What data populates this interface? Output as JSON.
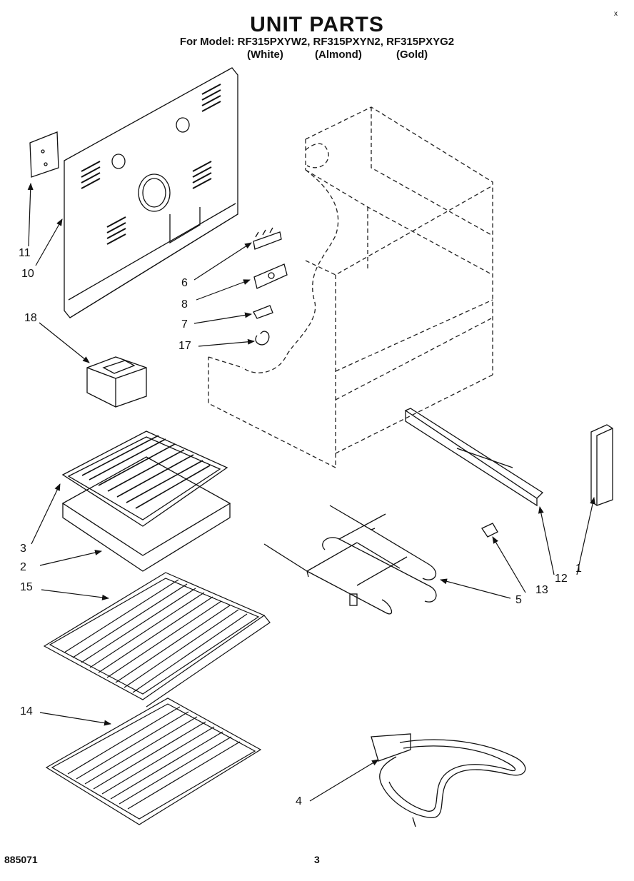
{
  "header": {
    "title": "UNIT PARTS",
    "models_line": "For Model: RF315PXYW2, RF315PXYN2, RF315PXYG2",
    "color_white": "(White)",
    "color_almond": "(Almond)",
    "color_gold": "(Gold)",
    "corner_mark": "x"
  },
  "callouts": {
    "c1": "1",
    "c2": "2",
    "c3": "3",
    "c4": "4",
    "c5": "5",
    "c6": "6",
    "c7": "7",
    "c8": "8",
    "c10": "10",
    "c11": "11",
    "c12": "12",
    "c13": "13",
    "c14": "14",
    "c15": "15",
    "c17": "17",
    "c18": "18"
  },
  "footer": {
    "doc_number": "885071",
    "page_number": "3"
  }
}
